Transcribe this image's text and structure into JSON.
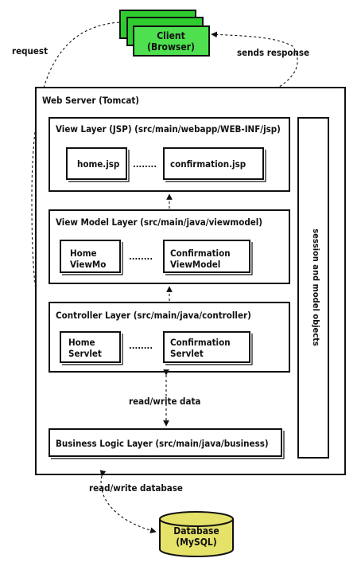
{
  "client": {
    "line1": "Client",
    "line2": "(Browser)"
  },
  "arrows": {
    "request": "request",
    "sends_response": "sends response",
    "read_write_data": "read/write data",
    "read_write_database": "read/write database"
  },
  "server": {
    "title": "Web Server (Tomcat)",
    "side_panel": "session and model objects"
  },
  "layers": {
    "view": {
      "title": "View Layer (JSP) (src/main/webapp/WEB-INF/jsp)",
      "left_item": "home.jsp",
      "ellipsis": "........",
      "right_item": "confirmation.jsp"
    },
    "view_model": {
      "title": "View Model Layer (src/main/java/viewmodel)",
      "left_line1": "Home",
      "left_line2": "ViewMo",
      "ellipsis": "........",
      "right_line1": "Confirmation",
      "right_line2": "ViewModel"
    },
    "controller": {
      "title": "Controller Layer (src/main/java/controller)",
      "left_line1": "Home",
      "left_line2": "Servlet",
      "ellipsis": "........",
      "right_line1": "Confirmation",
      "right_line2": "Servlet"
    },
    "business": {
      "title": "Business Logic Layer (src/main/java/business)"
    }
  },
  "database": {
    "line1": "Database",
    "line2": "(MySQL)"
  },
  "colors": {
    "client_fill": "#2fcc2f",
    "client_fill_light": "#4ee04e",
    "database_fill": "#e5e26a",
    "stroke": "#111111"
  }
}
